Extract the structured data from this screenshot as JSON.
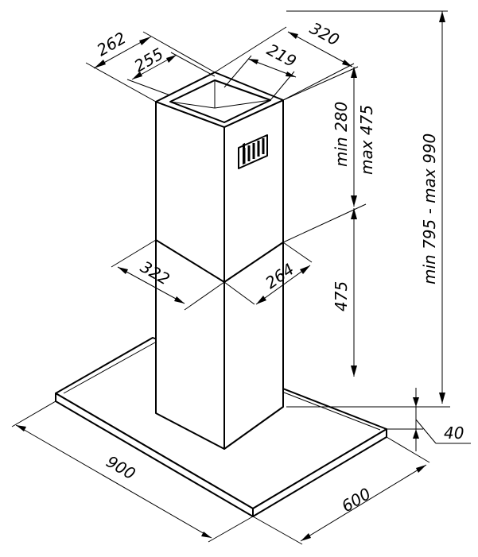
{
  "dimensions": {
    "top_outer_depth": "262",
    "top_inner_depth": "255",
    "top_outer_width": "320",
    "top_inner_width": "219",
    "upper_chimney_height_min": "min 280",
    "upper_chimney_height_max": "max 475",
    "overall_height": "min 795 - max 990",
    "lower_depth": "322",
    "lower_width": "264",
    "lower_chimney_height": "475",
    "hood_width": "900",
    "hood_depth": "600",
    "hood_thickness": "40"
  },
  "colors": {
    "line": "#000000",
    "background": "#ffffff"
  }
}
